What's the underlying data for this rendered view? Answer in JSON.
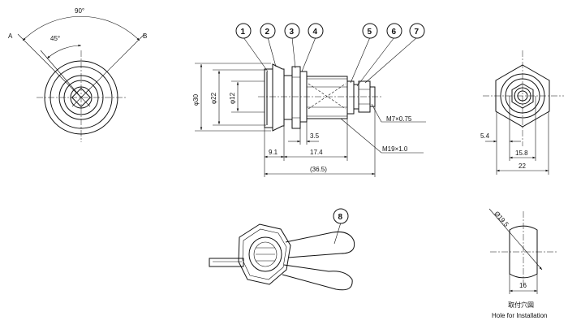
{
  "front_view": {
    "angle_total": "90°",
    "angle_half": "45°",
    "label_a": "A",
    "label_b": "B"
  },
  "side_view": {
    "callouts": [
      "1",
      "2",
      "3",
      "4",
      "5",
      "6",
      "7"
    ],
    "dia_30": "φ30",
    "dia_22": "φ22",
    "dia_12": "φ12",
    "thread_m7": "M7×0.75",
    "thread_m19": "M19×1.0",
    "len_3_5": "3.5",
    "len_9_1": "9.1",
    "len_17_4": "17.4",
    "len_total": "(36.5)"
  },
  "rear_view": {
    "dim_5_4": "5.4",
    "dim_15_8": "15.8",
    "dim_22": "22"
  },
  "key": {
    "callout": "8"
  },
  "installation_hole": {
    "diameter": "Ø19.5",
    "width": "16",
    "title_jp": "取付穴図",
    "title_en": "Hole for Installation"
  }
}
